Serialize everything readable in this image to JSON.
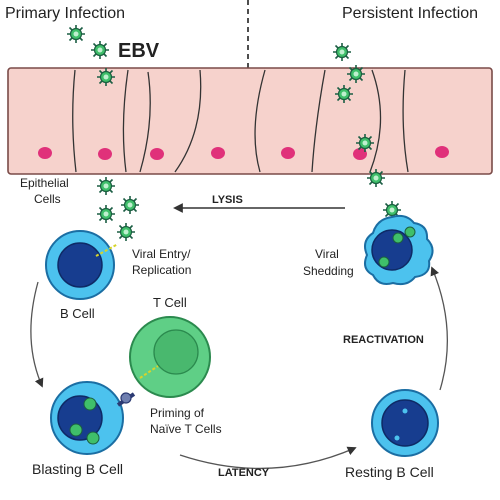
{
  "headers": {
    "left": "Primary Infection",
    "right": "Persistent Infection"
  },
  "virus_label": "EBV",
  "epithelium_label_line1": "Epithelial",
  "epithelium_label_line2": "Cells",
  "process_labels": {
    "lysis": "LYSIS",
    "reactivation": "REACTIVATION",
    "latency": "LATENCY"
  },
  "step_labels": {
    "viral_entry_line1": "Viral Entry/",
    "viral_entry_line2": "Replication",
    "viral_shedding_line1": "Viral",
    "viral_shedding_line2": "Shedding",
    "priming_line1": "Priming of",
    "priming_line2": "Naïve T Cells"
  },
  "cell_labels": {
    "b_cell": "B Cell",
    "t_cell": "T Cell",
    "blasting_b_cell": "Blasting B Cell",
    "resting_b_cell": "Resting B Cell"
  },
  "colors": {
    "epithelium_fill": "#f6d2cc",
    "epithelium_stroke": "#7a4b48",
    "epithelial_nucleus": "#e0317a",
    "b_cell_fill": "#4cc2ee",
    "b_cell_nucleus": "#173d8f",
    "t_cell_fill": "#5fcf86",
    "virus_fill": "#2ca35a",
    "virus_spike": "#1c5e44",
    "arrow": "#555555"
  },
  "icons": {
    "virus": "ebv-virion-icon"
  }
}
